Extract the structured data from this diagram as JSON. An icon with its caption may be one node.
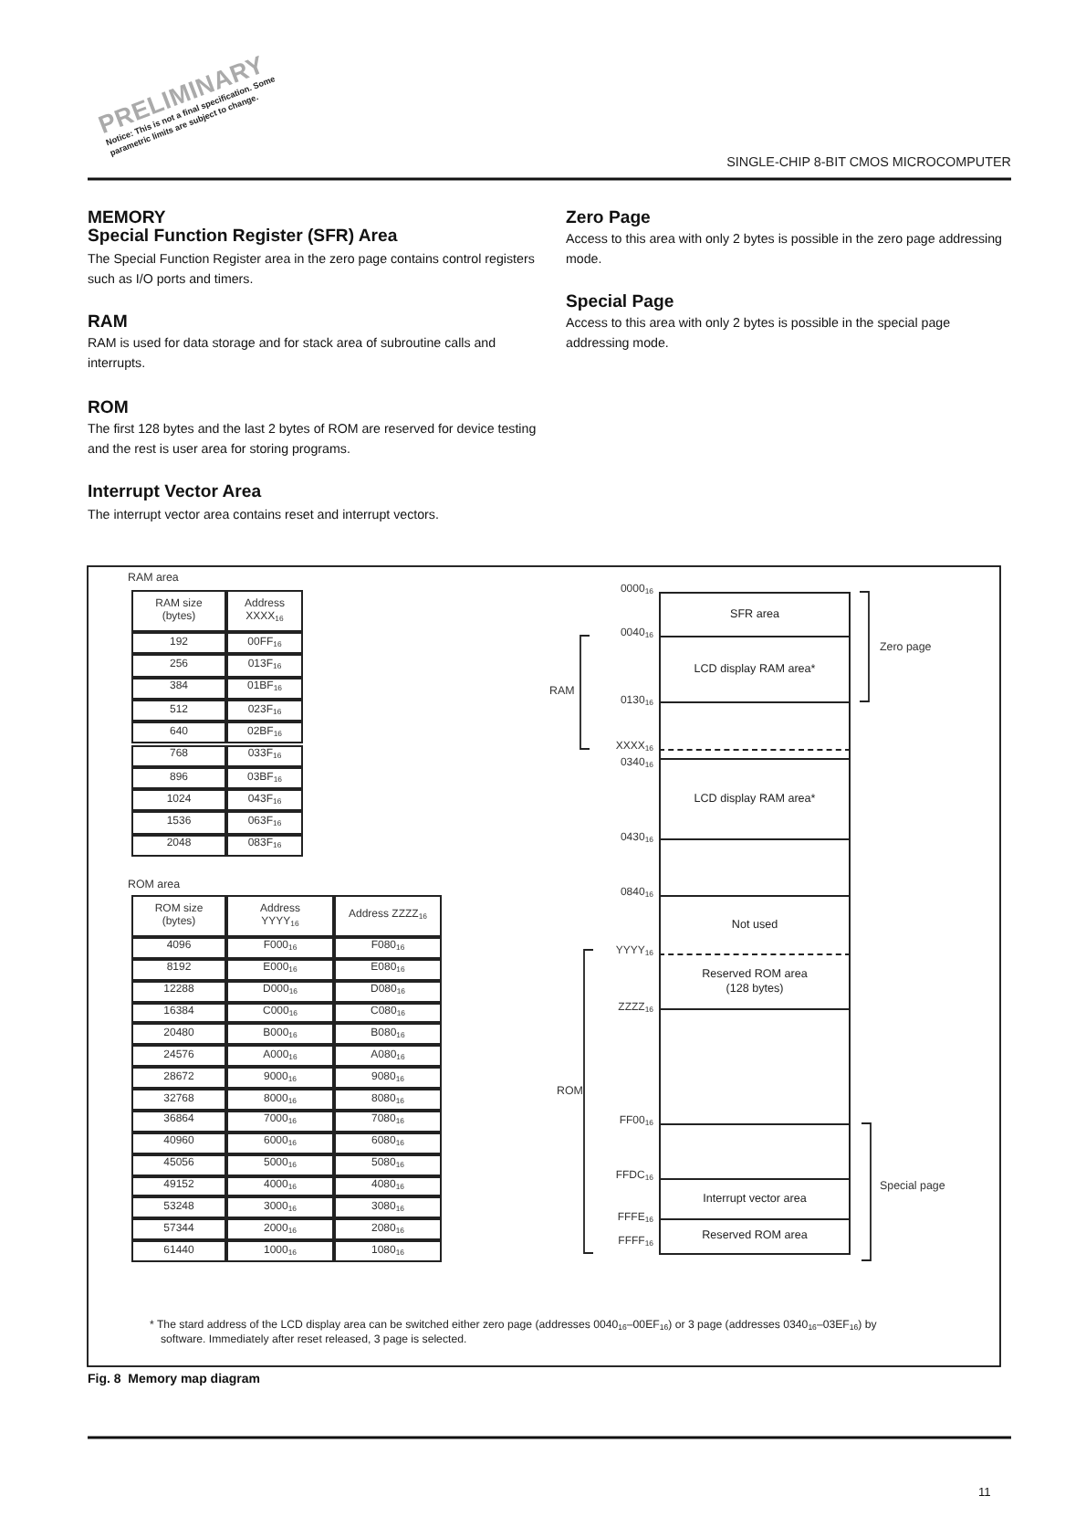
{
  "diagram": {
    "caption": "Fig. 8  Memory map diagram",
    "nodes": [
      {
        "text": [
          "SFR area"
        ]
      },
      {
        "text": [
          "LCD display RAM area*"
        ]
      },
      {
        "text": [],
        "shape": "box"
      },
      {
        "text": [],
        "shape": "box"
      },
      {
        "text": [
          "LCD display RAM area*"
        ]
      },
      {
        "text": [],
        "shape": "box"
      },
      {
        "text": [
          "Not used"
        ]
      },
      {
        "text": [
          "Reserved ROM area (128 bytes)"
        ]
      },
      {
        "text": [],
        "shape": "box"
      },
      {
        "text": [],
        "shape": "box"
      },
      {
        "text": [
          "Interrupt vector area"
        ]
      },
      {
        "text": [
          "Reserved ROM area"
        ]
      }
    ],
    "edges": [],
    "labels": [
      "PRELIMINARY",
      "Notice: This is not a final specification. Some parametric limits are subject to change.",
      "SINGLE-CHIP 8-BIT CMOS MICROCOMPUTER",
      "MEMORY",
      "Special Function Register (SFR) Area",
      "The Special Function Register area in the zero page contains control registers such as I/O ports and timers.",
      "RAM",
      "RAM is used for data storage and for stack area of subroutine calls and interrupts.",
      "ROM",
      "The first 128 bytes and the last 2 bytes of ROM are reserved for device testing and the rest is user area for storing programs.",
      "Interrupt Vector Area",
      "The interrupt vector area contains reset and interrupt vectors.",
      "Zero Page",
      "Access to this area with only 2 bytes is possible in the zero page addressing mode.",
      "Special Page",
      "Access to this area with only 2 bytes is possible in the special page addressing mode.",
      "RAM area",
      "RAM size (bytes)",
      "Address XXXX$_{16}$",
      "192",
      "00FF$_{16}$",
      "256",
      "013F$_{16}$",
      "384",
      "01BF$_{16}$",
      "512",
      "023F$_{16}$",
      "640",
      "02BF$_{16}$",
      "768",
      "033F$_{16}$",
      "896",
      "03BF$_{16}$",
      "1024",
      "043F$_{16}$",
      "1536",
      "063F$_{16}$",
      "2048",
      "083F$_{16}$",
      "ROM area",
      "ROM size (bytes)",
      "Address YYYY$_{16}$",
      "Address ZZZZ$_{16}$",
      "4096",
      "F000$_{16}$",
      "F080$_{16}$",
      "8192",
      "E000$_{16}$",
      "E080$_{16}$",
      "12288",
      "D000$_{16}$",
      "D080$_{16}$",
      "16384",
      "C000$_{16}$",
      "C080$_{16}$",
      "20480",
      "B000$_{16}$",
      "B080$_{16}$",
      "24576",
      "A000$_{16}$",
      "A080$_{16}$",
      "28672",
      "9000$_{16}$",
      "9080$_{16}$",
      "32768",
      "8000$_{16}$",
      "8080$_{16}$",
      "36864",
      "7000$_{16}$",
      "7080$_{16}$",
      "40960",
      "6000$_{16}$",
      "6080$_{16}$",
      "45056",
      "5000$_{16}$",
      "5080$_{16}$",
      "49152",
      "4000$_{16}$",
      "4080$_{16}$",
      "53248",
      "3000$_{16}$",
      "3080$_{16}$",
      "57344",
      "2000$_{16}$",
      "2080$_{16}$",
      "61440",
      "1000$_{16}$",
      "1080$_{16}$",
      "0000$_{16}$",
      "0040$_{16}$",
      "0130$_{16}$",
      "XXXX$_{16}$",
      "0340$_{16}$",
      "0430$_{16}$",
      "0840$_{16}$",
      "YYYY$_{16}$",
      "ZZZZ$_{16}$",
      "FF00$_{16}$",
      "FFDC$_{16}$",
      "FFFE$_{16}$",
      "FFFF$_{16}$",
      "RAM",
      "ROM",
      "Zero page",
      "Special page",
      "* The stard address of the LCD display area can be switched either zero page (addresses 0040$_{16}$–00EF$_{16}$) or 3 page (addresses 0340$_{16}$–03EF$_{16}$) by software. Immediately after reset released, 3 page is selected.",
      "11"
    ]
  }
}
